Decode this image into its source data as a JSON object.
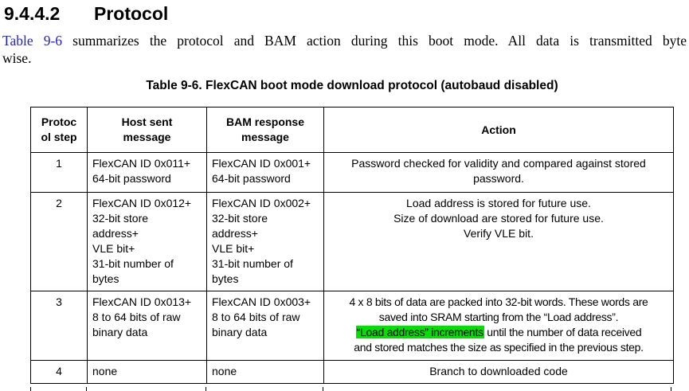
{
  "section": {
    "number": "9.4.4.2",
    "title": "Protocol"
  },
  "intro": {
    "link": "Table 9-6",
    "rest": " summarizes the protocol and BAM action during this boot mode. All data is transmitted byte",
    "line2": "wise."
  },
  "colors": {
    "link_blue": "#2323cc",
    "highlight_green": "#00df00",
    "table_border": "#000000"
  },
  "table": {
    "caption": "Table 9-6. FlexCAN boot mode download protocol (autobaud disabled)",
    "headers": [
      "Protoc\nol step",
      "Host sent\nmessage",
      "BAM response\nmessage",
      "Action"
    ],
    "rows": [
      {
        "step": "1",
        "host": "FlexCAN ID 0x011+\n64-bit password",
        "bam": "FlexCAN ID 0x001+\n64-bit password",
        "action": "Password checked for validity and compared against stored\npassword."
      },
      {
        "step": "2",
        "host": "FlexCAN ID 0x012+\n32-bit store\naddress+\nVLE bit+\n31-bit number of\nbytes",
        "bam": "FlexCAN ID 0x002+\n32-bit store\naddress+\nVLE bit+\n31-bit number of\nbytes",
        "action": "Load address is stored for future use.\nSize of download are stored for future use.\nVerify VLE bit."
      },
      {
        "step": "3",
        "host": "FlexCAN ID 0x013+\n8 to 64 bits of raw\nbinary data",
        "bam": "FlexCAN ID 0x003+\n8 to 64 bits of raw\nbinary data",
        "action_before": "4 x 8 bits of data are packed into 32-bit words. These words are\nsaved into SRAM starting from the “Load address”.\n",
        "action_highlight": "“Load address” increments",
        "action_after": " until the number of data received\nand stored matches the size as specified in the previous step."
      },
      {
        "step": "4",
        "host": "none",
        "bam": "none",
        "action": "Branch to downloaded code"
      }
    ]
  }
}
